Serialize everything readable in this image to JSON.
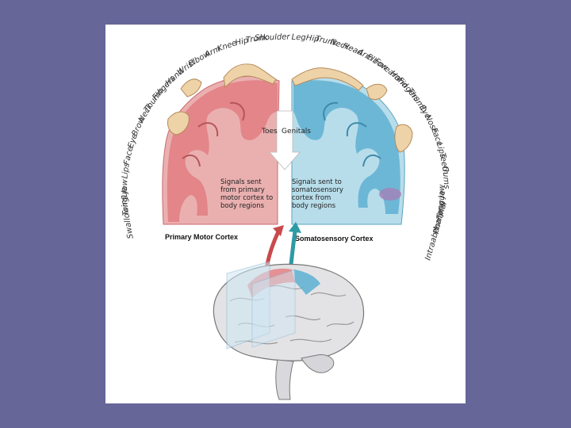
{
  "motor": {
    "title": "Primary Motor Cortex",
    "caption": [
      "Signals sent",
      "from primary",
      "motor cortex to",
      "body regions"
    ],
    "labels": [
      "Shoulder",
      "Trunk",
      "Hip",
      "Knee",
      "Arm",
      "Elbow",
      "Wrist",
      "Hand",
      "Fingers",
      "Thumb",
      "Neck",
      "Brow",
      "Eye",
      "Face",
      "Lips",
      "Jaw",
      "Tongue",
      "Swallowing"
    ]
  },
  "sensory": {
    "title": "Somatosensory Cortex",
    "caption": [
      "Signals sent to",
      "somatosensory",
      "cortex from",
      "body regions"
    ],
    "labels": [
      "Leg",
      "Hip",
      "Trunk",
      "Neck",
      "Head",
      "Arm",
      "Elbow",
      "Forearm",
      "Hand",
      "Fingers",
      "Thumb",
      "Eye",
      "Nose",
      "Face",
      "Lips",
      "Teeth",
      "Gums",
      "Jaw",
      "Tongue",
      "Pharynx",
      "Intraabdominal"
    ]
  },
  "midline": {
    "toes": "Toes",
    "genitals": "Genitals"
  },
  "colors": {
    "background": "#676699",
    "motor": "#e8878a",
    "sensory": "#6cb9d6",
    "arrow_motor": "#c94a4c",
    "arrow_sensory": "#2d9aa5"
  }
}
